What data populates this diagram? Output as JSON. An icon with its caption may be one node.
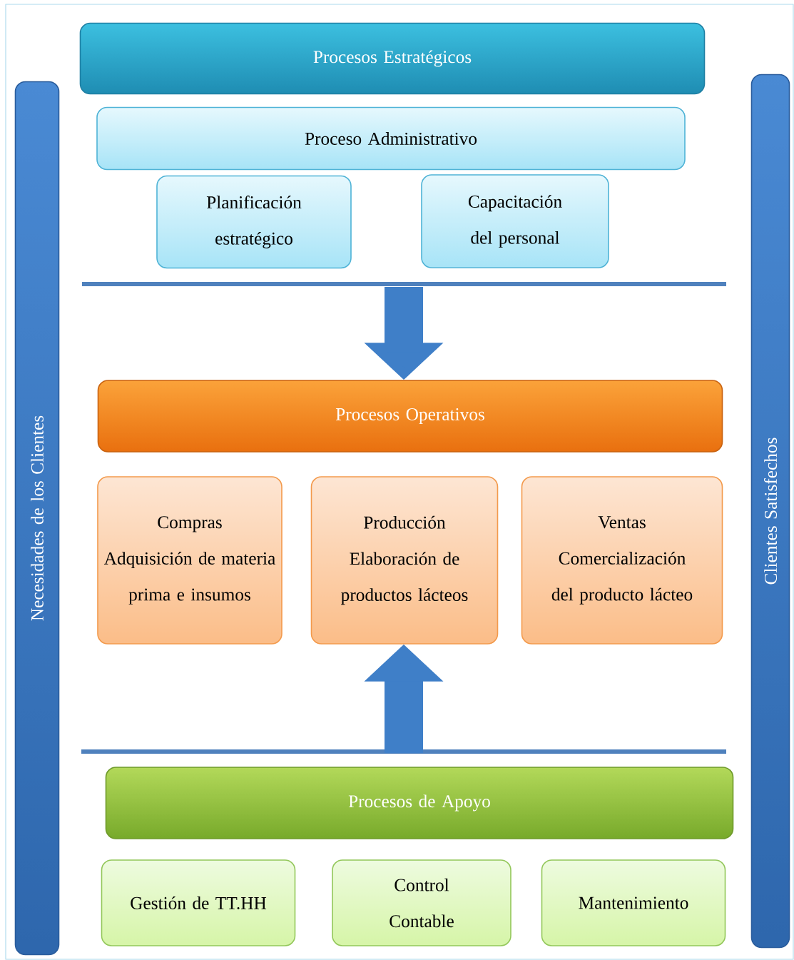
{
  "diagram": {
    "nodes": [
      {
        "text": [
          "Procesos Estratégicos"
        ]
      },
      {
        "text": [
          "Proceso Administrativo"
        ]
      },
      {
        "text": [
          "Planificación estratégico"
        ]
      },
      {
        "text": [
          "Capacitación del personal"
        ]
      },
      {
        "text": [
          "Procesos Operativos"
        ]
      },
      {
        "text": [
          "Compras",
          "Adquisición de materia prima e insumos"
        ]
      },
      {
        "text": [
          "Producción",
          "Elaboración de productos lácteos"
        ]
      },
      {
        "text": [
          "Ventas",
          "Comercialización del producto lácteo"
        ]
      },
      {
        "text": [
          "Procesos de Apoyo"
        ]
      },
      {
        "text": [
          "Gestión de TT.HH"
        ]
      },
      {
        "text": [
          "Control Contable"
        ]
      },
      {
        "text": [
          "Mantenimiento"
        ]
      },
      {
        "text": [
          "Necesidades de los Clientes"
        ]
      },
      {
        "text": [
          "Clientes Satisfechos"
        ]
      }
    ],
    "edges": [
      {
        "from": null,
        "to": 4,
        "arrow": "to"
      },
      {
        "from": null,
        "to": 6,
        "arrow": "to"
      }
    ]
  }
}
